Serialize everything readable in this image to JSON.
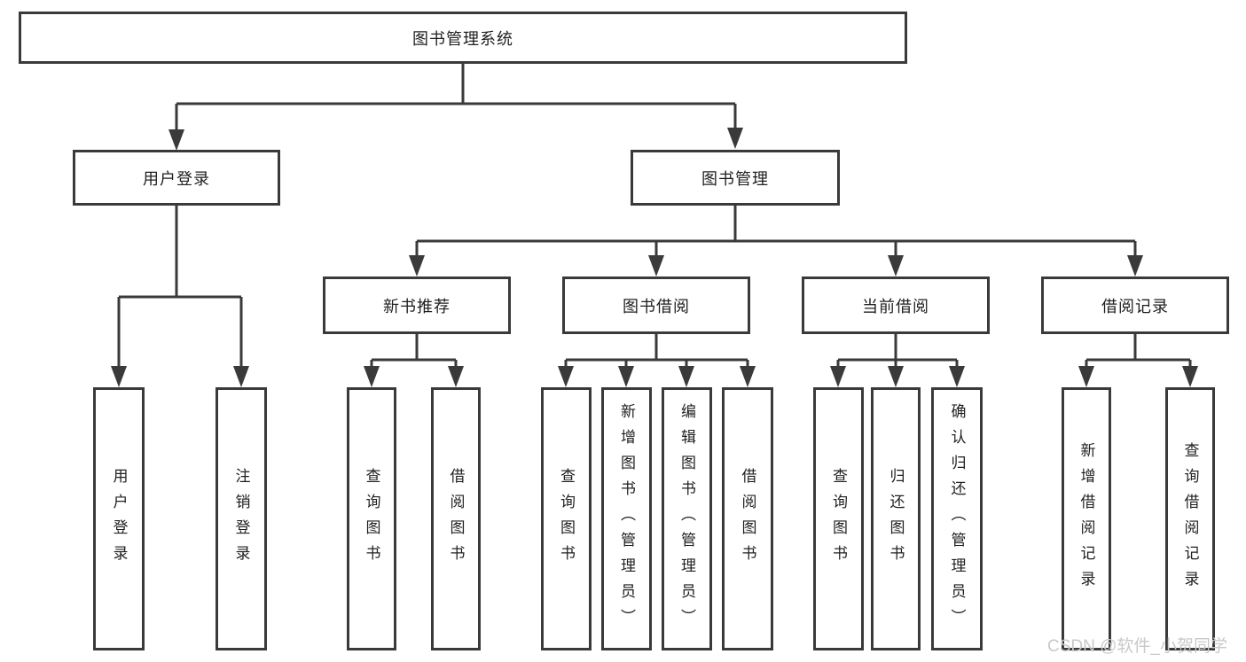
{
  "tree": {
    "label": "图书管理系统",
    "children": [
      {
        "label": "用户登录",
        "children": [
          {
            "label": "用户登录"
          },
          {
            "label": "注销登录"
          }
        ]
      },
      {
        "label": "图书管理",
        "children": [
          {
            "label": "新书推荐",
            "children": [
              {
                "label": "查询图书"
              },
              {
                "label": "借阅图书"
              }
            ]
          },
          {
            "label": "图书借阅",
            "children": [
              {
                "label": "查询图书"
              },
              {
                "label": "新增图书（管理员）"
              },
              {
                "label": "编辑图书（管理员）"
              },
              {
                "label": "借阅图书"
              }
            ]
          },
          {
            "label": "当前借阅",
            "children": [
              {
                "label": "查询图书"
              },
              {
                "label": "归还图书"
              },
              {
                "label": "确认归还（管理员）"
              }
            ]
          },
          {
            "label": "借阅记录",
            "children": [
              {
                "label": "新增借阅记录"
              },
              {
                "label": "查询借阅记录"
              }
            ]
          }
        ]
      }
    ]
  },
  "watermark": "CSDN @软件_小贺同学",
  "colors": {
    "line": "#3a3a3a",
    "text": "#1f1f1f",
    "watermark": "#c9c9c9",
    "background": "#ffffff"
  }
}
